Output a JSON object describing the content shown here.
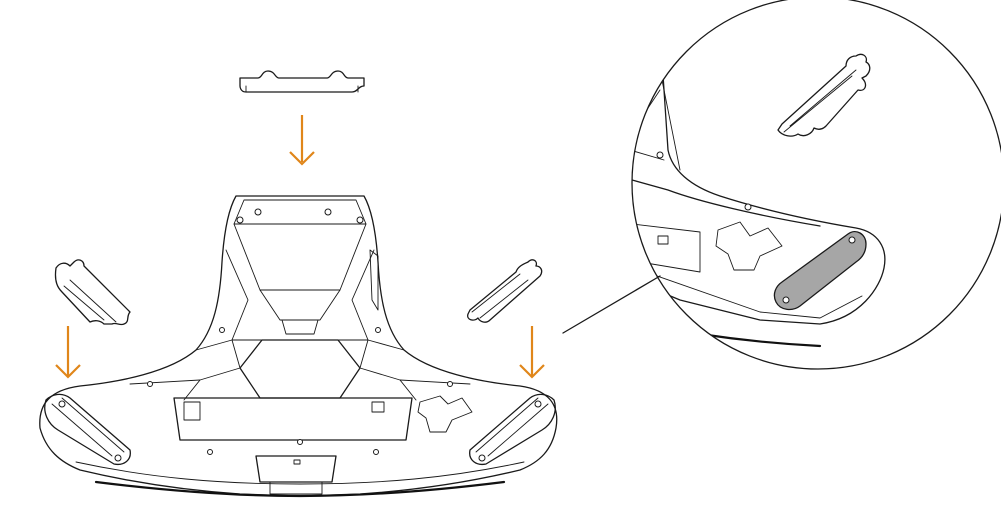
{
  "illustration": {
    "arrow_color": "#E0861A",
    "highlight_fill": "#A6A6A6",
    "line_color": "#1A1A1A",
    "background": "#FFFFFF",
    "pads": [
      "top-pad",
      "left-pad",
      "right-pad"
    ],
    "arrows": [
      "arrow-down",
      "arrow-down",
      "arrow-down"
    ],
    "detail_view": "zoomed-circle-right-pad-installed"
  }
}
